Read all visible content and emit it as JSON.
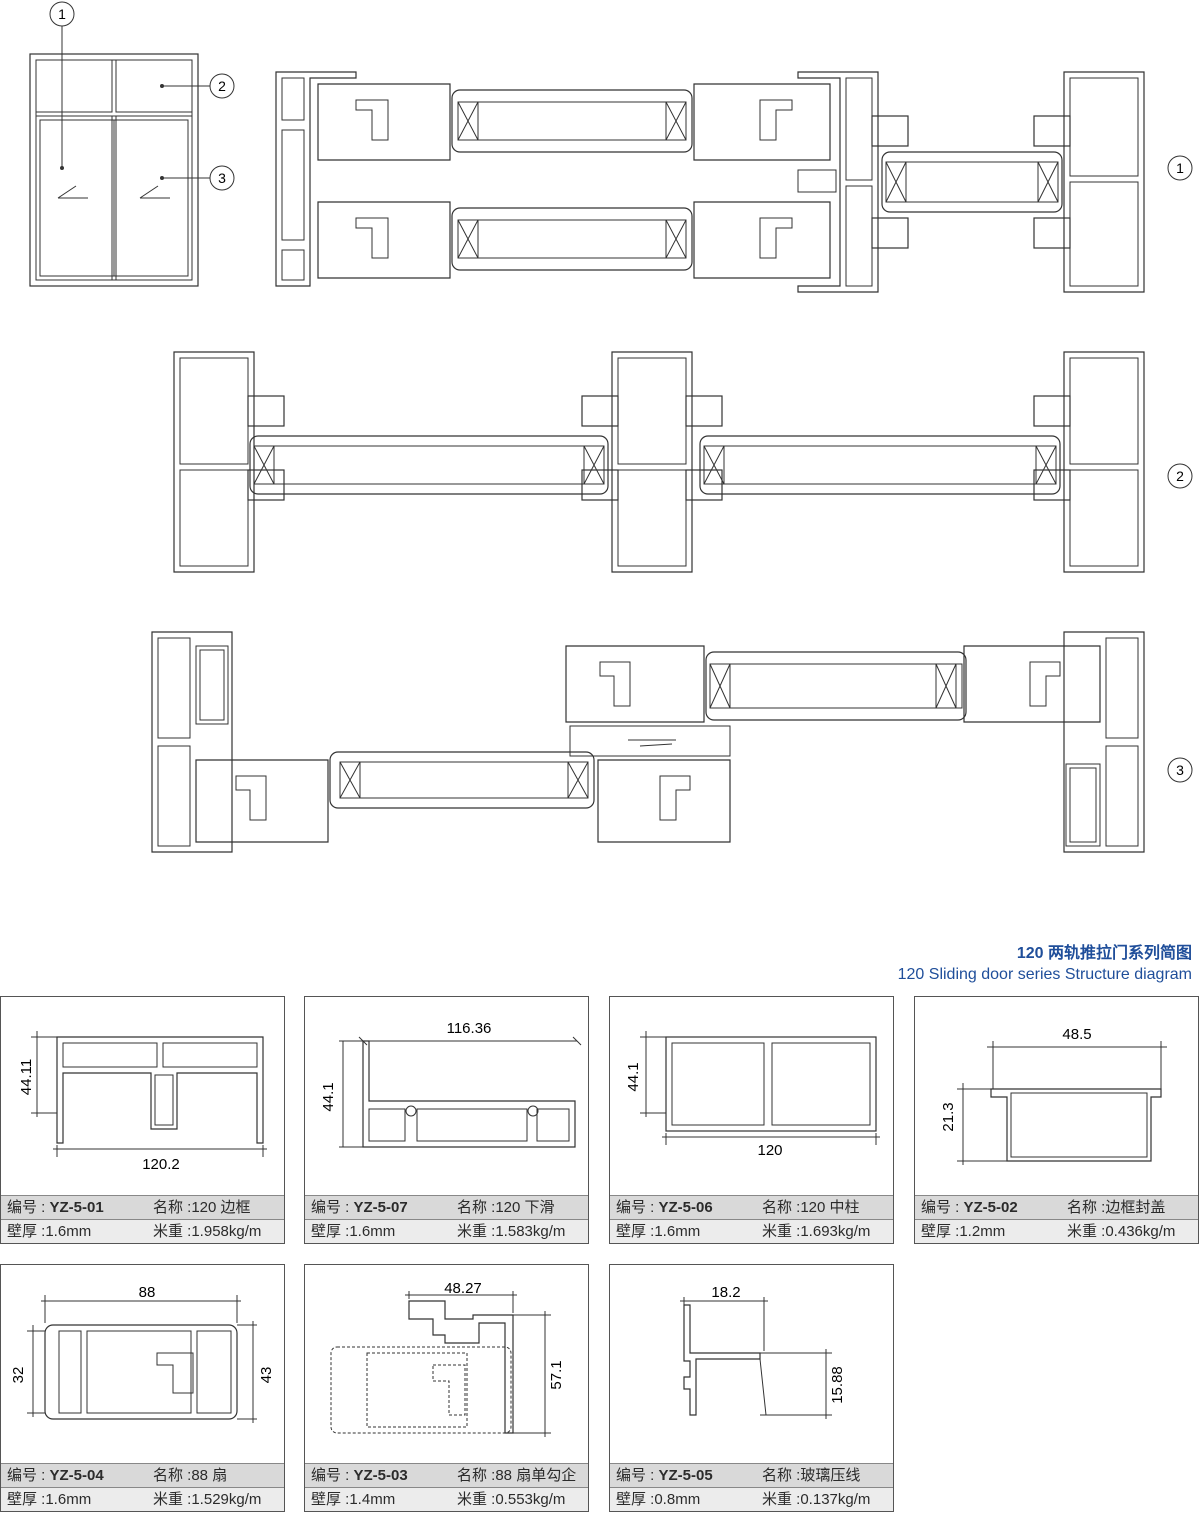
{
  "diagram_labels": {
    "n1": "1",
    "n2": "2",
    "n3": "3"
  },
  "title": {
    "cn": "120 两轨推拉门系列简图",
    "en": "120 Sliding door series Structure diagram"
  },
  "labels": {
    "code": "编号 : ",
    "name": "名称 :",
    "wall": "壁厚 :",
    "weight": "米重 :"
  },
  "profiles": [
    {
      "code": "YZ-5-01",
      "name": "120 边框",
      "wall": "1.6mm",
      "weight": "1.958kg/m",
      "dims": [
        "44.11",
        "120.2"
      ]
    },
    {
      "code": "YZ-5-07",
      "name": "120 下滑",
      "wall": "1.6mm",
      "weight": "1.583kg/m",
      "dims": [
        "116.36",
        "44.1"
      ]
    },
    {
      "code": "YZ-5-06",
      "name": "120 中柱",
      "wall": "1.6mm",
      "weight": "1.693kg/m",
      "dims": [
        "44.1",
        "120"
      ]
    },
    {
      "code": "YZ-5-02",
      "name": "边框封盖",
      "wall": "1.2mm",
      "weight": "0.436kg/m",
      "dims": [
        "48.5",
        "21.3"
      ]
    },
    {
      "code": "YZ-5-04",
      "name": "88 扇",
      "wall": "1.6mm",
      "weight": "1.529kg/m",
      "dims": [
        "88",
        "32",
        "43"
      ]
    },
    {
      "code": "YZ-5-03",
      "name": "88 扇单勾企",
      "wall": "1.4mm",
      "weight": "0.553kg/m",
      "dims": [
        "48.27",
        "57.1"
      ]
    },
    {
      "code": "YZ-5-05",
      "name": "玻璃压线",
      "wall": "0.8mm",
      "weight": "0.137kg/m",
      "dims": [
        "18.2",
        "15.88"
      ]
    }
  ]
}
